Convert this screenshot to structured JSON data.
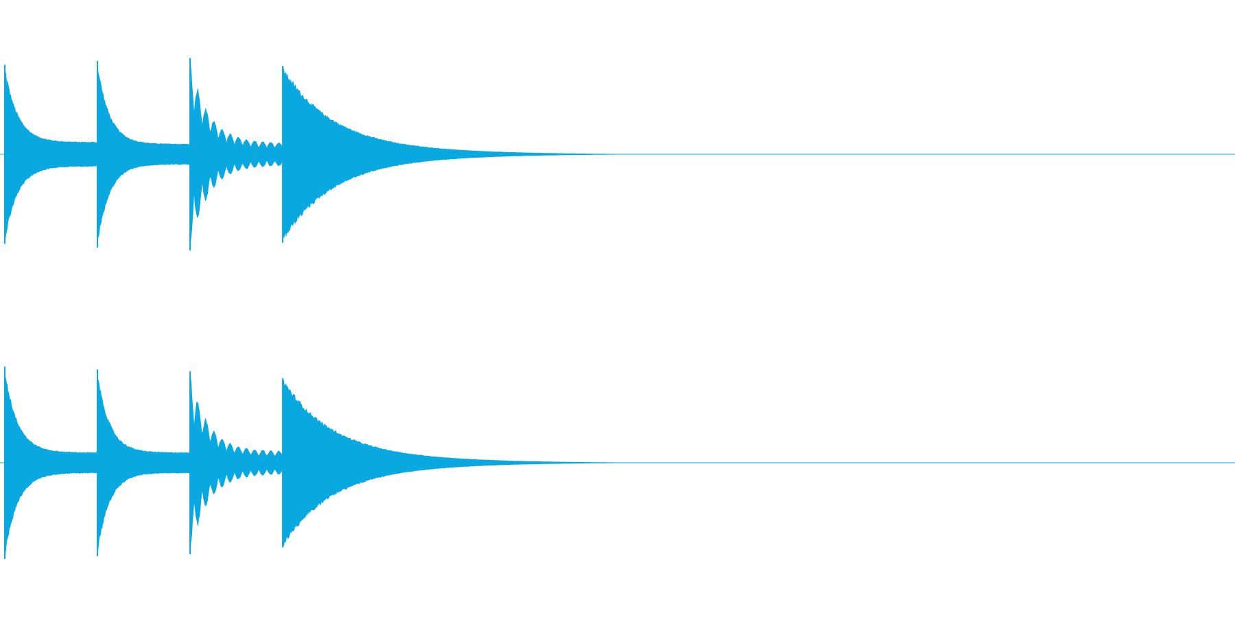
{
  "waveform": {
    "color": "#0aa8e1",
    "channels": [
      {
        "name": "",
        "hits": [
          {
            "start": 0.0,
            "peak": 0.93,
            "sustain": 0.13,
            "decay": 0.32,
            "tremolo": false
          },
          {
            "start": 0.086,
            "peak": 0.97,
            "sustain": 0.11,
            "decay": 0.3,
            "tremolo": false
          },
          {
            "start": 0.172,
            "peak": 1.0,
            "sustain": 0.12,
            "decay": 0.45,
            "tremolo": true
          },
          {
            "start": 0.258,
            "peak": 0.92,
            "sustain": 0.0,
            "decay": 0.75,
            "tremolo": false
          }
        ]
      },
      {
        "name": "",
        "hits": [
          {
            "start": 0.0,
            "peak": 1.0,
            "sustain": 0.11,
            "decay": 0.32,
            "tremolo": false
          },
          {
            "start": 0.086,
            "peak": 0.97,
            "sustain": 0.11,
            "decay": 0.3,
            "tremolo": false
          },
          {
            "start": 0.172,
            "peak": 0.95,
            "sustain": 0.12,
            "decay": 0.45,
            "tremolo": true
          },
          {
            "start": 0.258,
            "peak": 0.88,
            "sustain": 0.0,
            "decay": 0.8,
            "tremolo": false
          }
        ]
      }
    ],
    "tail_end": 0.71
  }
}
